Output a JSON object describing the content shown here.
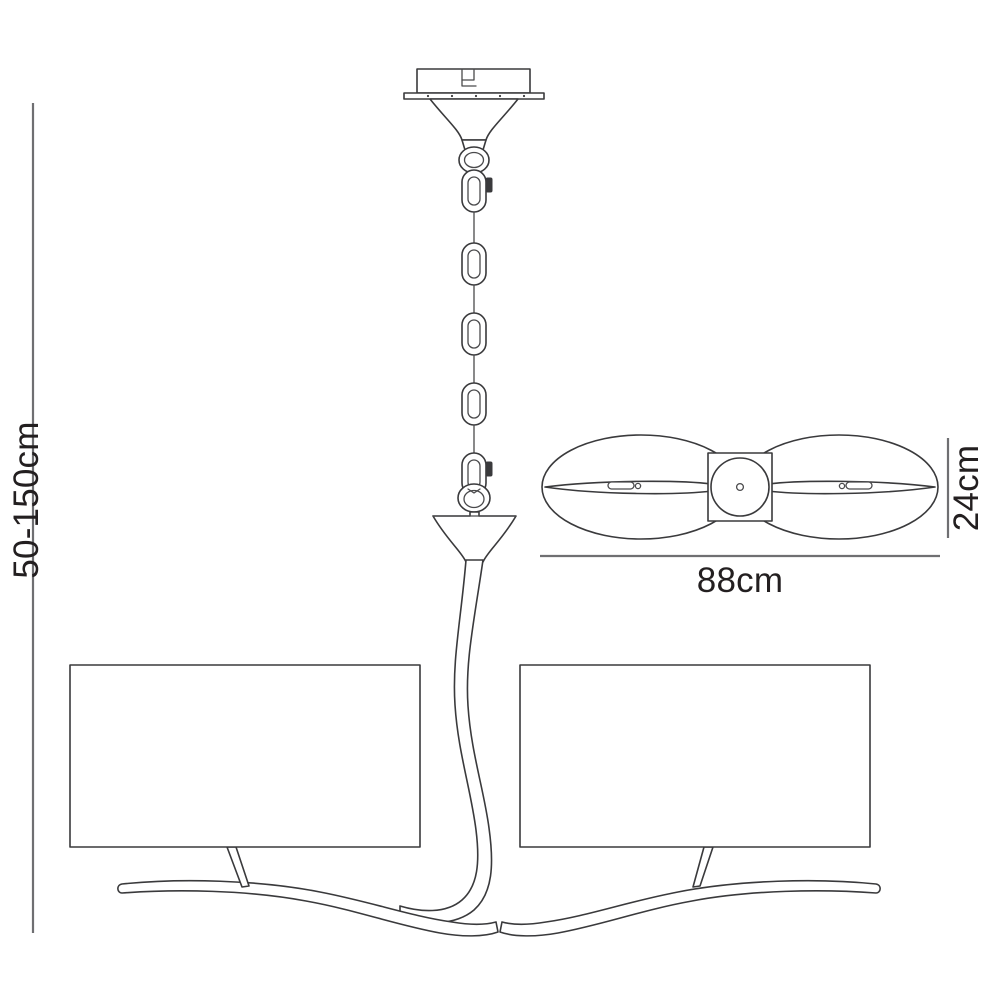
{
  "drawing": {
    "title": "Pendant Light Dimension Drawing",
    "subject": "2-light oval shade ceiling pendant",
    "line_color": "#3a3a3c",
    "dimension_line_color": "#6f6f72",
    "text_color": "#231f20",
    "background_color": "#ffffff"
  },
  "dimensions": {
    "drop_label": "50-150cm",
    "width_label": "88cm",
    "height_label": "24cm"
  },
  "views": {
    "front": {
      "name": "front-elevation",
      "parts": [
        "ceiling-plate",
        "ceiling-cone",
        "suspension-ring",
        "chain",
        "lower-ring",
        "stem-funnel",
        "curved-stem",
        "left-arm",
        "right-arm",
        "left-shade",
        "right-shade"
      ]
    },
    "top": {
      "name": "top-plan",
      "parts": [
        "left-shade-ellipse",
        "right-shade-ellipse",
        "center-square",
        "center-circle",
        "center-dot",
        "left-arm-blade",
        "right-arm-blade",
        "left-arm-slot",
        "right-arm-slot"
      ]
    }
  },
  "icons": {
    "drop_dimension": "vertical-dimension-line",
    "width_dimension": "horizontal-dimension-line",
    "height_dimension": "vertical-dimension-line"
  }
}
